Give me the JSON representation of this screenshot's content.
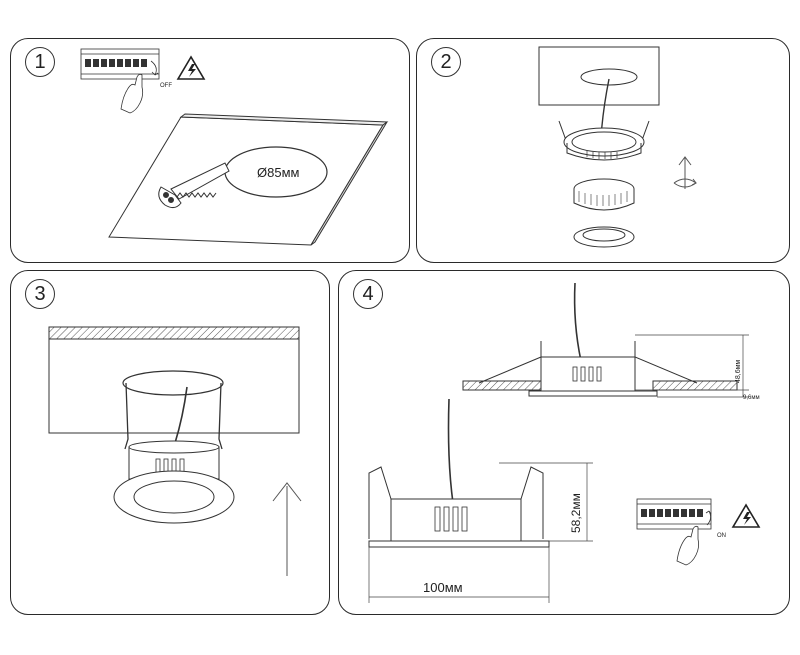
{
  "steps": [
    {
      "number": "1",
      "cut_diameter": "Ø85мм",
      "switch_state": "OFF"
    },
    {
      "number": "2"
    },
    {
      "number": "3"
    },
    {
      "number": "4",
      "depth_dim": "48,6мм",
      "flange_dim": "9,6мм",
      "height_dim": "58,2мм",
      "width_dim": "100мм",
      "switch_state": "ON"
    }
  ],
  "icons": [
    "breaker-switch-icon",
    "electric-hazard-icon",
    "hand-icon",
    "saw-icon",
    "rotate-arrow-icon",
    "up-arrow-icon"
  ]
}
